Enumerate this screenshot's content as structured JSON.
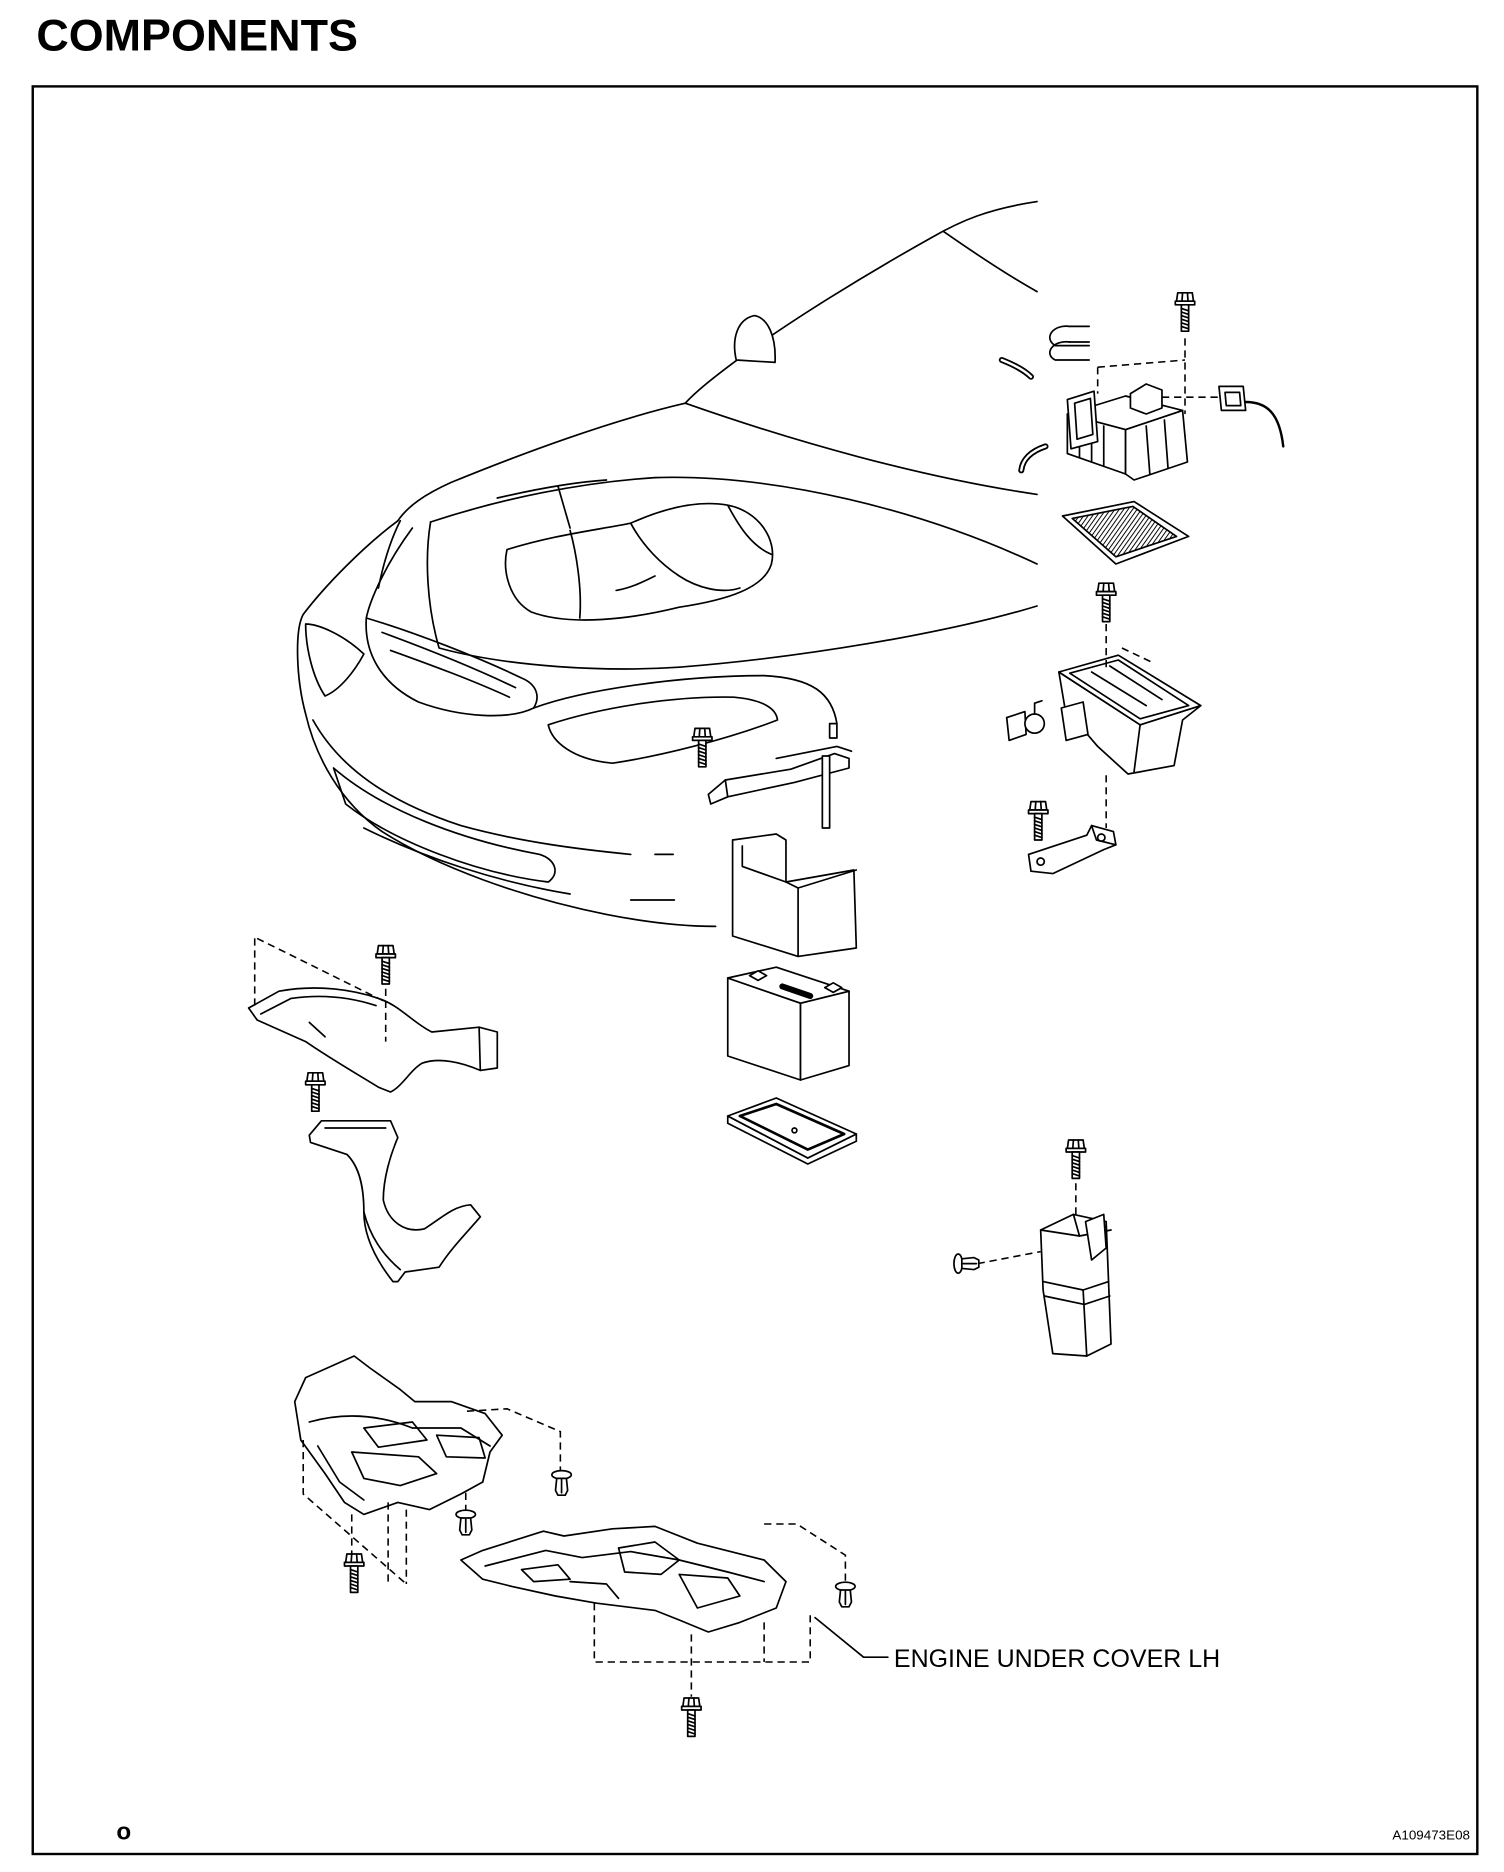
{
  "title": "COMPONENTS",
  "callouts": [
    {
      "text": "ENGINE UNDER COVER LH"
    }
  ],
  "footer": {
    "left_mark": "o",
    "figure_code": "A109473E08"
  },
  "colors": {
    "line": "#000000",
    "background": "#ffffff"
  }
}
